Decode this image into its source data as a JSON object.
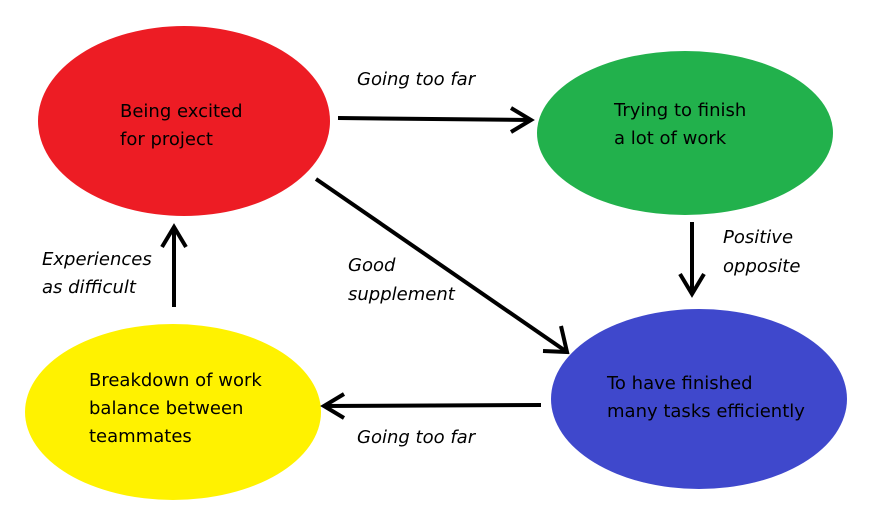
{
  "nodes": {
    "excited": {
      "color": "#ed1c24",
      "lines": [
        "Being excited",
        "for project"
      ]
    },
    "finish_work": {
      "color": "#22b14c",
      "lines": [
        "Trying to finish",
        "a lot of work"
      ]
    },
    "finished_tasks": {
      "color": "#3f48cc",
      "lines": [
        "To have finished",
        "many tasks efficiently"
      ]
    },
    "breakdown": {
      "color": "#fff200",
      "lines": [
        "Breakdown of work",
        "balance between",
        "teammates"
      ]
    }
  },
  "edges": {
    "excited_to_finish": {
      "lines": [
        "Going too far"
      ]
    },
    "finish_to_finished": {
      "lines": [
        "Positive",
        "opposite"
      ]
    },
    "excited_to_finished": {
      "lines": [
        "Good",
        "supplement"
      ]
    },
    "finished_to_breakdown": {
      "lines": [
        "Going too far"
      ]
    },
    "breakdown_to_excited": {
      "lines": [
        "Experiences",
        "as difficult"
      ]
    }
  }
}
